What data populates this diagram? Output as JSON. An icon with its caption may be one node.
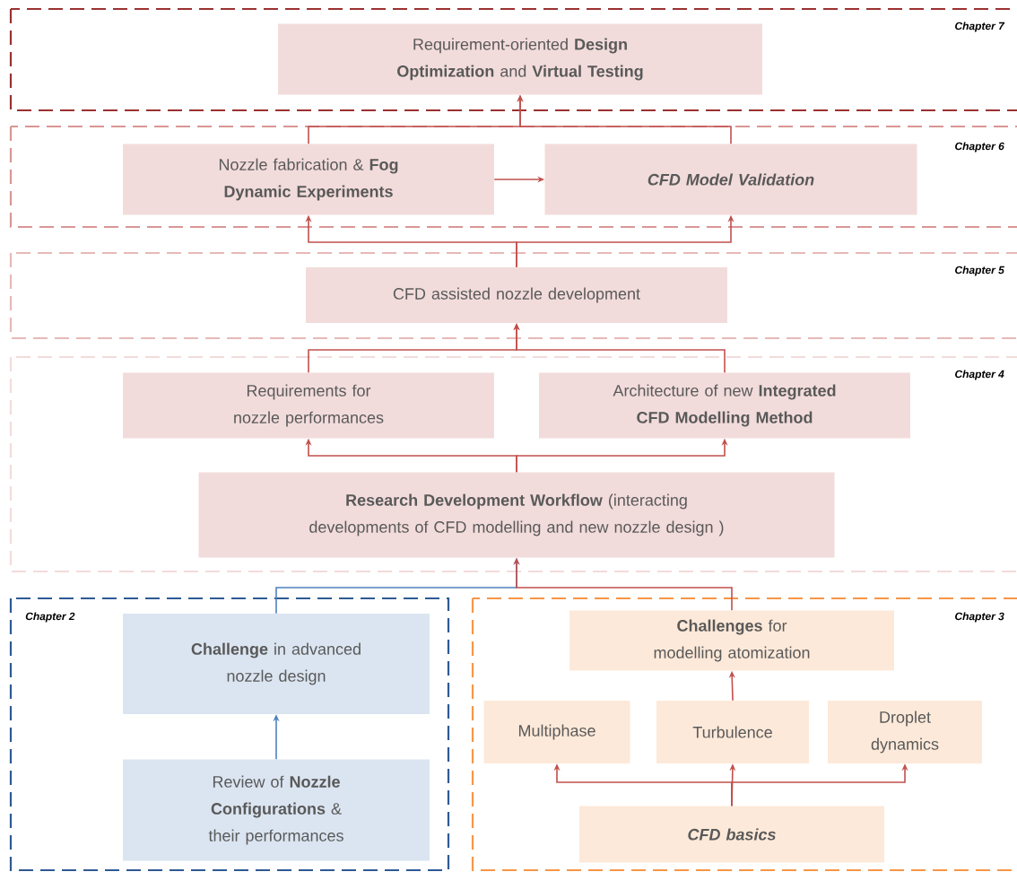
{
  "diagram": {
    "nodes": [
      {
        "text": [
          "Chapter 7"
        ]
      },
      {
        "text": [
          "Requirement-oriented **Design Optimization** and **Virtual Testing**"
        ],
        "in": 0
      },
      {
        "text": [
          "Chapter 6"
        ]
      },
      {
        "text": [
          "Nozzle fabrication & **Fog Dynamic Experiments**"
        ],
        "in": 2
      },
      {
        "text": [
          "CFD Model Validation"
        ],
        "in": 2
      },
      {
        "text": [
          "Chapter 5"
        ]
      },
      {
        "text": [
          "CFD assisted nozzle development"
        ],
        "in": 5
      },
      {
        "text": [
          "Chapter 4"
        ]
      },
      {
        "text": [
          "Requirements for nozzle performances"
        ],
        "in": 7
      },
      {
        "text": [
          "Architecture of new **Integrated CFD Modelling Method**"
        ],
        "in": 7
      },
      {
        "text": [
          "**Research Development Workflow** (interacting developments of CFD modelling and new nozzle design )"
        ],
        "in": 7
      },
      {
        "text": [
          "Chapter 2"
        ]
      },
      {
        "text": [
          "**Challenge** in advanced nozzle design"
        ],
        "in": 11
      },
      {
        "text": [
          "Review of **Nozzle Configurations** & their performances"
        ],
        "in": 11
      },
      {
        "text": [
          "Chapter 3"
        ]
      },
      {
        "text": [
          "**Challenges** for modelling atomization"
        ],
        "in": 14
      },
      {
        "text": [
          "Multiphase"
        ],
        "in": 14
      },
      {
        "text": [
          "Turbulence"
        ],
        "in": 14
      },
      {
        "text": [
          "Droplet dynamics"
        ],
        "in": 14
      },
      {
        "text": [
          "CFD basics"
        ],
        "in": 14
      }
    ],
    "edges": [
      {
        "from": 3,
        "to": 1,
        "arrow": "to"
      },
      {
        "from": 4,
        "to": 1,
        "arrow": "to"
      },
      {
        "from": 3,
        "to": 4,
        "arrow": "to"
      },
      {
        "from": 6,
        "to": 3,
        "arrow": "to"
      },
      {
        "from": 6,
        "to": 4,
        "arrow": "to"
      },
      {
        "from": 8,
        "to": 6,
        "arrow": "to"
      },
      {
        "from": 9,
        "to": 6,
        "arrow": "to"
      },
      {
        "from": 10,
        "to": 8,
        "arrow": "to"
      },
      {
        "from": 10,
        "to": 9,
        "arrow": "to"
      },
      {
        "from": 12,
        "to": 10,
        "arrow": "to",
        "color": "#4f81bd"
      },
      {
        "from": 15,
        "to": 10,
        "arrow": "to"
      },
      {
        "from": 13,
        "to": 12,
        "arrow": "to",
        "color": "#4f81bd"
      },
      {
        "from": 17,
        "to": 15,
        "arrow": "to"
      },
      {
        "from": 19,
        "to": 16,
        "arrow": "to"
      },
      {
        "from": 19,
        "to": 17,
        "arrow": "to"
      },
      {
        "from": 19,
        "to": 18,
        "arrow": "to"
      }
    ]
  }
}
